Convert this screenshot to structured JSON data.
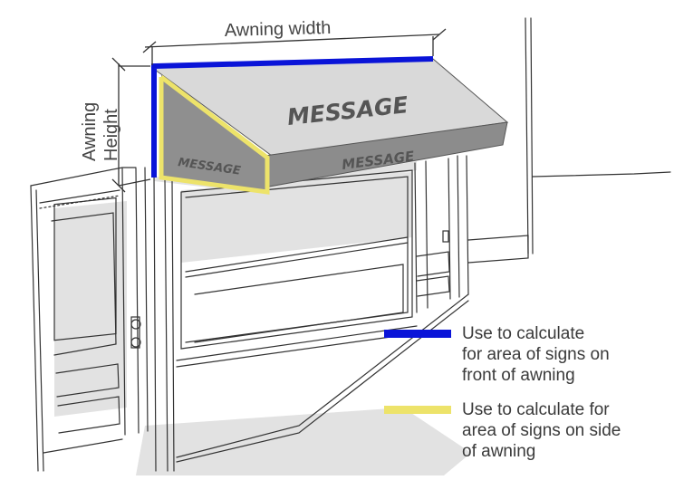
{
  "labels": {
    "awning_width": "Awning width",
    "awning_height_line1": "Awning",
    "awning_height_line2": "Height",
    "front_message": "MESSAGE",
    "valance_message": "MESSAGE",
    "side_message": "MESSAGE"
  },
  "legend": {
    "blue_text": "Use to calculate\nfor area of signs on\nfront of awning",
    "yellow_text": "Use to calculate for\narea of signs on side\nof awning"
  },
  "colors": {
    "blue": "#0a14d8",
    "yellow": "#ede36a",
    "awning_top": "#d9d9d9",
    "awning_front": "#8c8c8c",
    "awning_side": "#8f8f8f",
    "message_text": "#555555",
    "shadow": "#e2e2e2"
  }
}
